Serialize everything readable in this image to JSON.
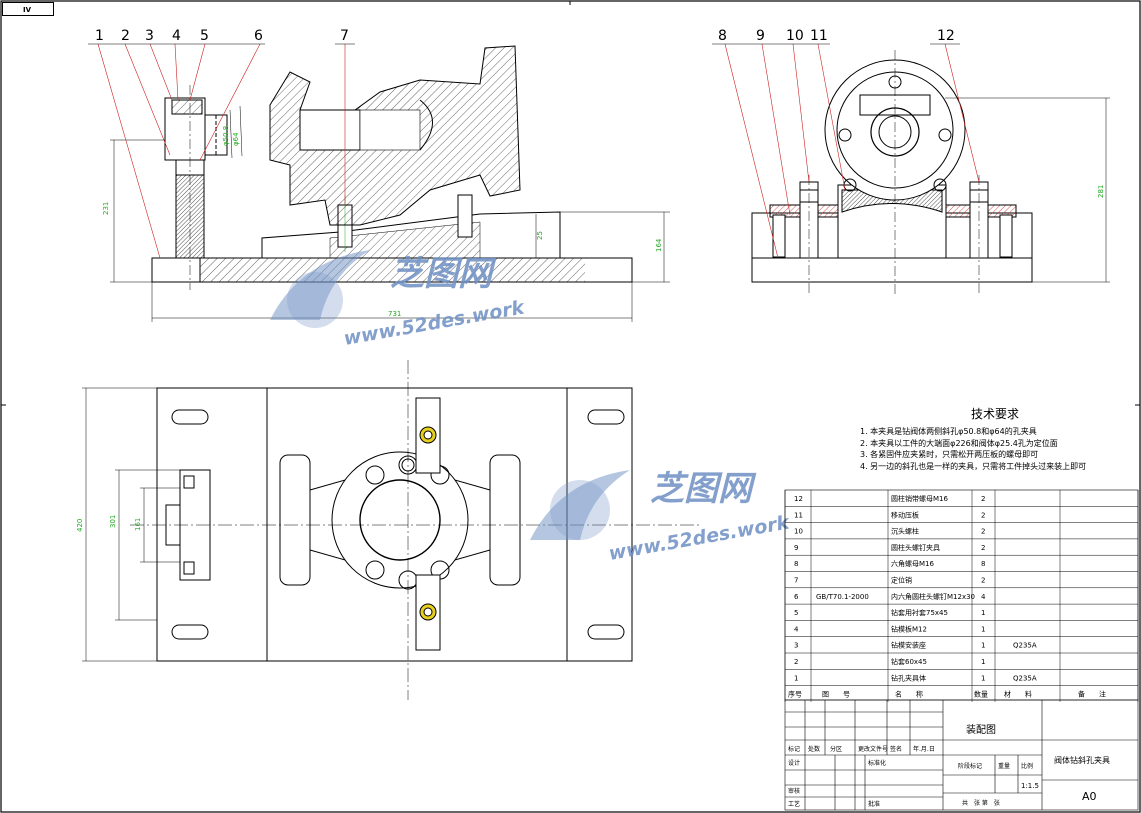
{
  "corner_tag": "IV",
  "part_numbers_front": [
    "1",
    "2",
    "3",
    "4",
    "5",
    "6",
    "7"
  ],
  "part_numbers_side": [
    "8",
    "9",
    "10",
    "11",
    "12"
  ],
  "dimensions": {
    "front_height": "231",
    "front_width": "731",
    "front_right_height": "164",
    "front_mid": "25",
    "front_dia_a": "φ50.8",
    "front_dia_b": "φ64",
    "side_height": "281",
    "plan_height": "420",
    "plan_inner": "301",
    "plan_small": "161"
  },
  "tech_requirements": {
    "title": "技术要求",
    "items": [
      "1. 本夹具是钻阀体两侧斜孔φ50.8和φ64的孔夹具",
      "2. 本夹具以工件的大端面φ226和阀体φ25.4孔为定位面",
      "3. 各紧固件应夹紧时，只需松开两压板的螺母即可",
      "4. 另一边的斜孔也是一样的夹具，只需将工件掉头过来装上即可"
    ]
  },
  "bom_rows": [
    {
      "no": "12",
      "code": "",
      "name": "圆柱销带螺母M16",
      "qty": "2",
      "mat": ""
    },
    {
      "no": "11",
      "code": "",
      "name": "移动压板",
      "qty": "2",
      "mat": ""
    },
    {
      "no": "10",
      "code": "",
      "name": "沉头螺柱",
      "qty": "2",
      "mat": ""
    },
    {
      "no": "9",
      "code": "",
      "name": "圆柱头螺钉夹具",
      "qty": "2",
      "mat": ""
    },
    {
      "no": "8",
      "code": "",
      "name": "六角螺母M16",
      "qty": "8",
      "mat": ""
    },
    {
      "no": "7",
      "code": "",
      "name": "定位销",
      "qty": "2",
      "mat": ""
    },
    {
      "no": "6",
      "code": "GB/T70.1-2000",
      "name": "内六角圆柱头螺钉M12x30",
      "qty": "4",
      "mat": ""
    },
    {
      "no": "5",
      "code": "",
      "name": "钻套用衬套75x45",
      "qty": "1",
      "mat": ""
    },
    {
      "no": "4",
      "code": "",
      "name": "钻模板M12",
      "qty": "1",
      "mat": ""
    },
    {
      "no": "3",
      "code": "",
      "name": "钻模安装座",
      "qty": "1",
      "mat": "Q235A"
    },
    {
      "no": "2",
      "code": "",
      "name": "钻套60x45",
      "qty": "1",
      "mat": ""
    },
    {
      "no": "1",
      "code": "",
      "name": "钻孔夹具体",
      "qty": "1",
      "mat": "Q235A"
    }
  ],
  "bom_header": {
    "no": "序号",
    "code": "图　　号",
    "name": "名　　称",
    "qty": "数量",
    "mat": "材　　料",
    "remark": "备　　注"
  },
  "title_block": {
    "drawing_name": "装配图",
    "part_name": "阀体钻斜孔夹具",
    "scale": "1:1.5",
    "size": "A0",
    "labels": [
      "标记",
      "处数",
      "分区",
      "更改文件号",
      "签名",
      "年.月.日"
    ],
    "design": "设计",
    "standard": "标准化",
    "check": "审核",
    "process": "工艺",
    "approve": "批准",
    "stage": "阶段标记",
    "weight": "重量",
    "scale_label": "比例",
    "sheets": "共　张  第　张"
  },
  "watermark": {
    "brand": "芝图网",
    "url": "www.52des.work"
  },
  "colors": {
    "line": "#000000",
    "dim": "#22aa22",
    "red": "#cc2222",
    "watermark": "#6e8fc4"
  }
}
